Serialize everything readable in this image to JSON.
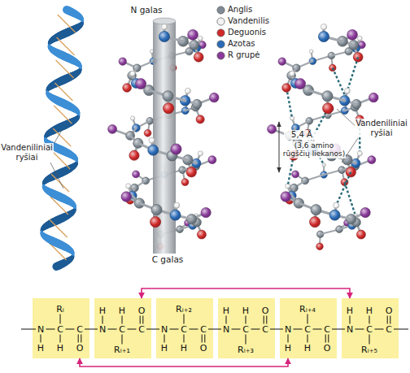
{
  "diagram": {
    "nodes": [
      {
        "text": [
          "N",
          "H",
          "Rᵢ",
          "C",
          "H",
          "C",
          "O"
        ]
      },
      {
        "text": [
          "N",
          "H",
          "Rᵢ₊₁",
          "C",
          "H",
          "C",
          "O"
        ]
      },
      {
        "text": [
          "N",
          "H",
          "Rᵢ₊₂",
          "C",
          "H",
          "C",
          "O"
        ]
      },
      {
        "text": [
          "N",
          "H",
          "Rᵢ₊₃",
          "C",
          "H",
          "C",
          "O"
        ]
      },
      {
        "text": [
          "N",
          "H",
          "Rᵢ₊₄",
          "C",
          "H",
          "C",
          "O"
        ]
      },
      {
        "text": [
          "N",
          "H",
          "Rᵢ₊₅",
          "C",
          "H",
          "C",
          "O"
        ]
      }
    ],
    "edges": [
      {
        "from": 0,
        "to": 4,
        "arrow": "both"
      },
      {
        "from": 1,
        "to": 5,
        "arrow": "both"
      }
    ],
    "labels": [
      "N galas",
      "Vandeniliniai ryšiai",
      "5,4 Å",
      "(3,6 amino rūgščių liekanos)",
      "Vandeniliniai ryšiai",
      "C galas"
    ],
    "legend": [
      {
        "text": "Anglis",
        "color": "#7f8a94"
      },
      {
        "text": "Vandenilis",
        "color": "#f2f2f2"
      },
      {
        "text": "Deguonis",
        "color": "#d02a2a"
      },
      {
        "text": "Azotas",
        "color": "#2b6cb8"
      },
      {
        "text": "R grupė",
        "color": "#8a3a9a"
      }
    ]
  }
}
